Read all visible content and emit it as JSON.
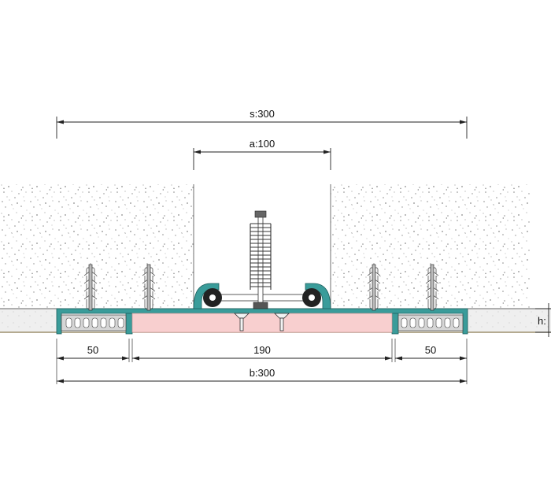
{
  "dimensions": {
    "s": "s:300",
    "a": "a:100",
    "left_width": "50",
    "center_width": "190",
    "right_width": "50",
    "b": "b:300",
    "h": "h:"
  },
  "colors": {
    "profile": "#3a9c9a",
    "insert": "#f8cfcf",
    "rubber": "#d6d6d6",
    "screed": "#efefef",
    "concrete_dot": "#9a9a9a"
  }
}
